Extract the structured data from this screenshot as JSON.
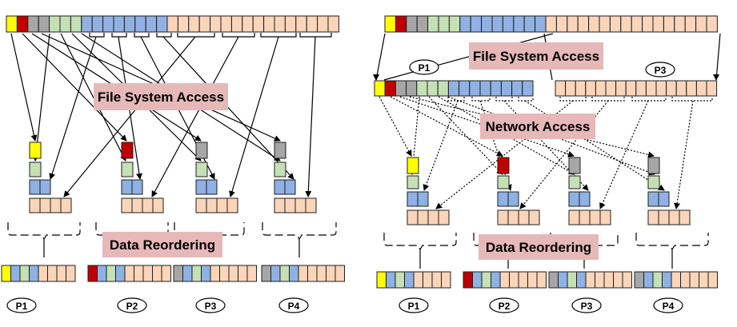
{
  "colors": {
    "yellow": "#ffff00",
    "red": "#c00000",
    "gray": "#a6a6a6",
    "green": "#c5e0b4",
    "blue": "#8fb1e3",
    "peach": "#fad5b9",
    "label_bg": "#e6b9b8",
    "stroke": "#1f1f1f"
  },
  "left": {
    "fs_label": "File System Access",
    "reorder_label": "Data Reordering",
    "procs": [
      "P1",
      "P2",
      "P3",
      "P4"
    ]
  },
  "right": {
    "fs_label": "File System Access",
    "net_label": "Network Access",
    "reorder_label": "Data Reordering",
    "group_labels": [
      "P1",
      "P3"
    ],
    "procs": [
      "P1",
      "P2",
      "P3",
      "P4"
    ]
  }
}
